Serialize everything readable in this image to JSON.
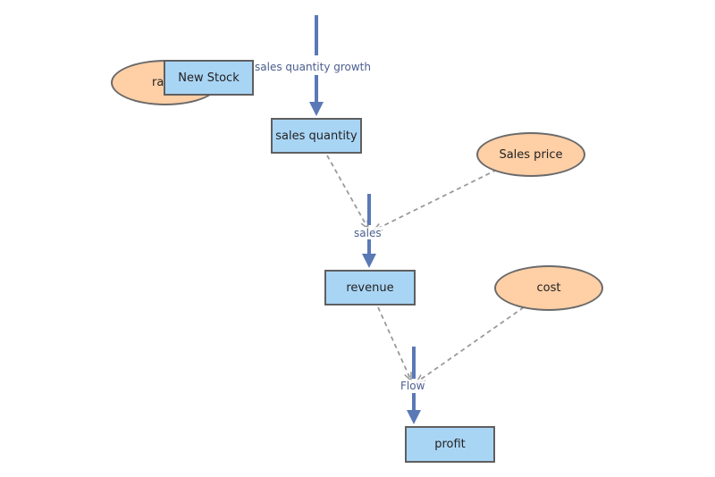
{
  "nodes": {
    "rate": "ra",
    "new_stock": "New Stock",
    "sales_quantity": "sales quantity",
    "sales_price": "Sales price",
    "revenue": "revenue",
    "cost": "cost",
    "profit": "profit"
  },
  "flows": {
    "sales_quantity_growth": "sales quantity growth",
    "sales": "sales",
    "flow": "Flow"
  },
  "colors": {
    "stock_fill": "#a9d5f5",
    "variable_fill": "#ffcfa6",
    "flow_arrow": "#5b79b6",
    "link_arrow": "#9a9a9a"
  }
}
